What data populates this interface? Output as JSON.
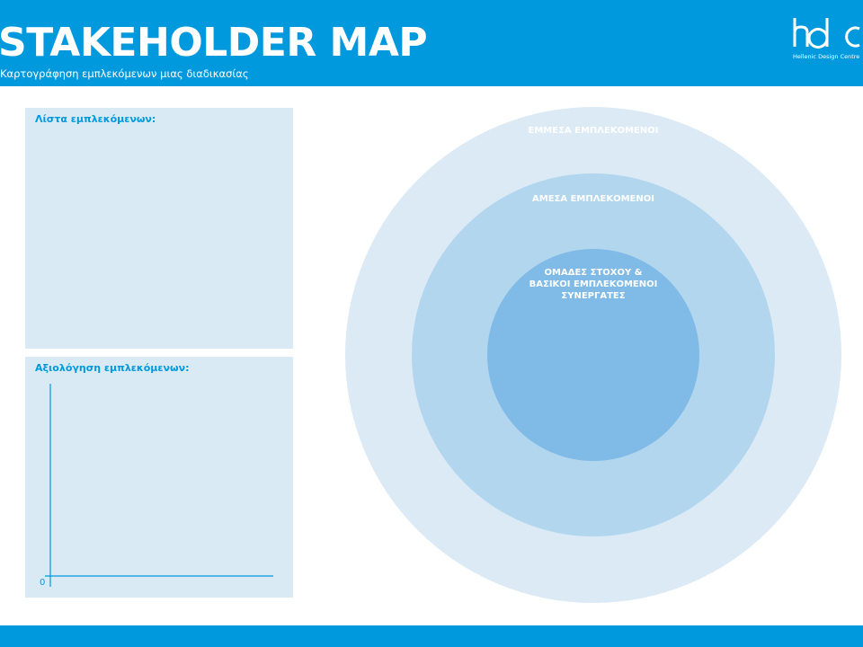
{
  "header": {
    "title": "STAKEHOLDER MAP",
    "subtitle": "Καρτογράφηση εμπλεκόμενων μιας διαδικασίας",
    "logo_tagline": "Hellenic Design Centre"
  },
  "panels": {
    "list_label": "Λίστα εμπλεκόμενων:",
    "evaluation_label": "Αξιολόγηση εμπλεκόμενων:",
    "axis_origin": "0"
  },
  "rings": {
    "outer_label": "ΕΜΜΕΣΑ ΕΜΠΛΕΚΟΜΕΝΟΙ",
    "middle_label": "ΑΜΕΣΑ ΕΜΠΛΕΚΟΜΕΝΟΙ",
    "inner_label_lines": [
      "ΟΜΑΔΕΣ ΣΤΟΧΟΥ &",
      "ΒΑΣΙΚΟΙ ΕΜΠΛΕΚΟΜΕΝΟΙ",
      "ΣΥΝΕΡΓΑΤΕΣ"
    ]
  },
  "colors": {
    "brand_blue": "#0099dd",
    "panel_bg": "#d9eaf5",
    "ring_outer": "#dbeaf5",
    "ring_middle": "#b3d6ef",
    "ring_inner": "#7fbbe6"
  }
}
